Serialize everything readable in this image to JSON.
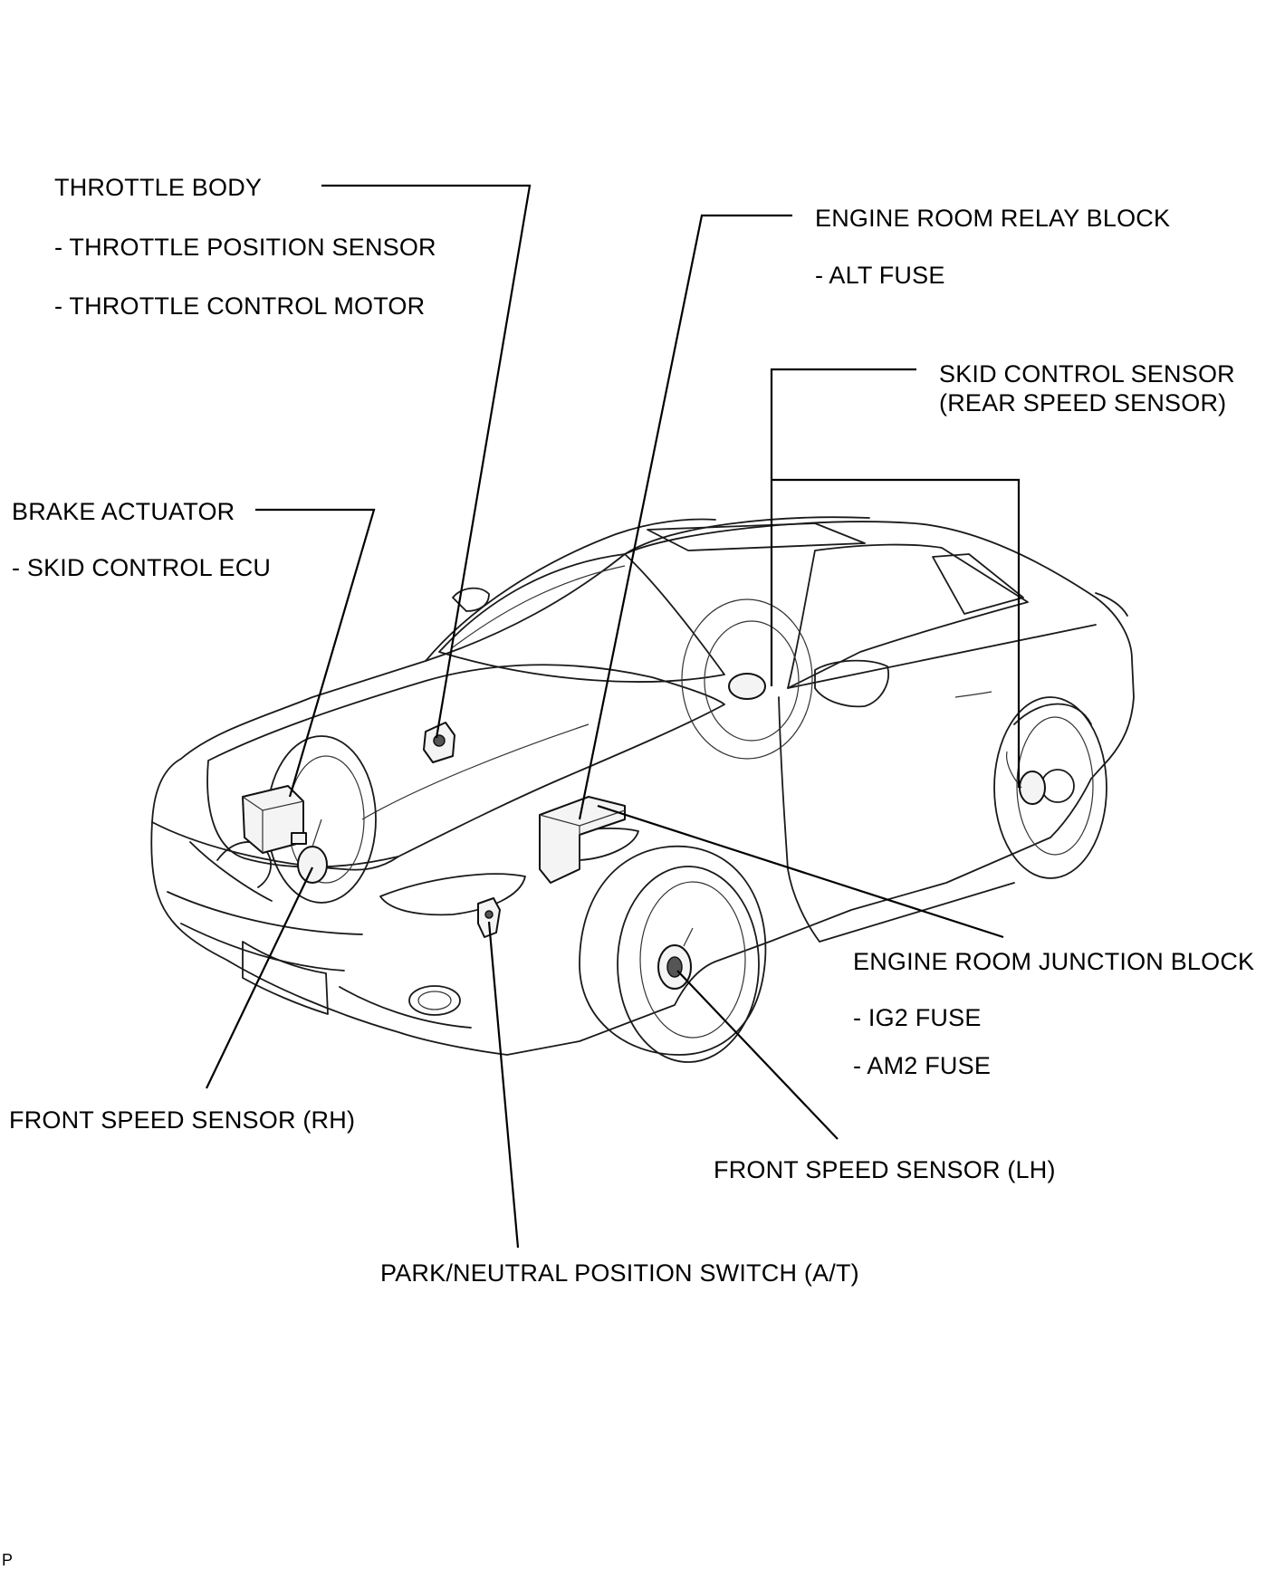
{
  "labels": {
    "throttle_body": "THROTTLE BODY",
    "throttle_position_sensor": "- THROTTLE POSITION SENSOR",
    "throttle_control_motor": "- THROTTLE CONTROL MOTOR",
    "engine_room_relay_block": "ENGINE ROOM RELAY BLOCK",
    "alt_fuse": "- ALT FUSE",
    "skid_control_sensor": "SKID CONTROL SENSOR",
    "rear_speed_sensor": "(REAR SPEED SENSOR)",
    "brake_actuator": "BRAKE ACTUATOR",
    "skid_control_ecu": "- SKID CONTROL ECU",
    "engine_room_junction_block": "ENGINE ROOM JUNCTION BLOCK",
    "ig2_fuse": "- IG2 FUSE",
    "am2_fuse": "- AM2 FUSE",
    "front_speed_sensor_rh": "FRONT SPEED SENSOR (RH)",
    "front_speed_sensor_lh": "FRONT SPEED SENSOR (LH)",
    "park_neutral_switch": "PARK/NEUTRAL POSITION SWITCH (A/T)",
    "figure_ref": "P"
  }
}
